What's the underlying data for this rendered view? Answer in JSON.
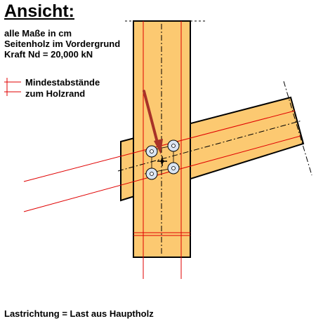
{
  "title": "Ansicht:",
  "info_lines": [
    "alle Maße in cm",
    "Seitenholz im Vordergrund",
    "Kraft Nd = 20,000 kN"
  ],
  "legend_lines": [
    "Mindestabstände",
    "zum Holzrand"
  ],
  "footer": "Lastrichtung = Last aus Hauptholz",
  "colors": {
    "timber_fill": "#fcc971",
    "outline": "#000000",
    "edge_distance": "#e00000",
    "load_arrow": "#a83228",
    "fastener_fill": "#d9e4f2"
  }
}
